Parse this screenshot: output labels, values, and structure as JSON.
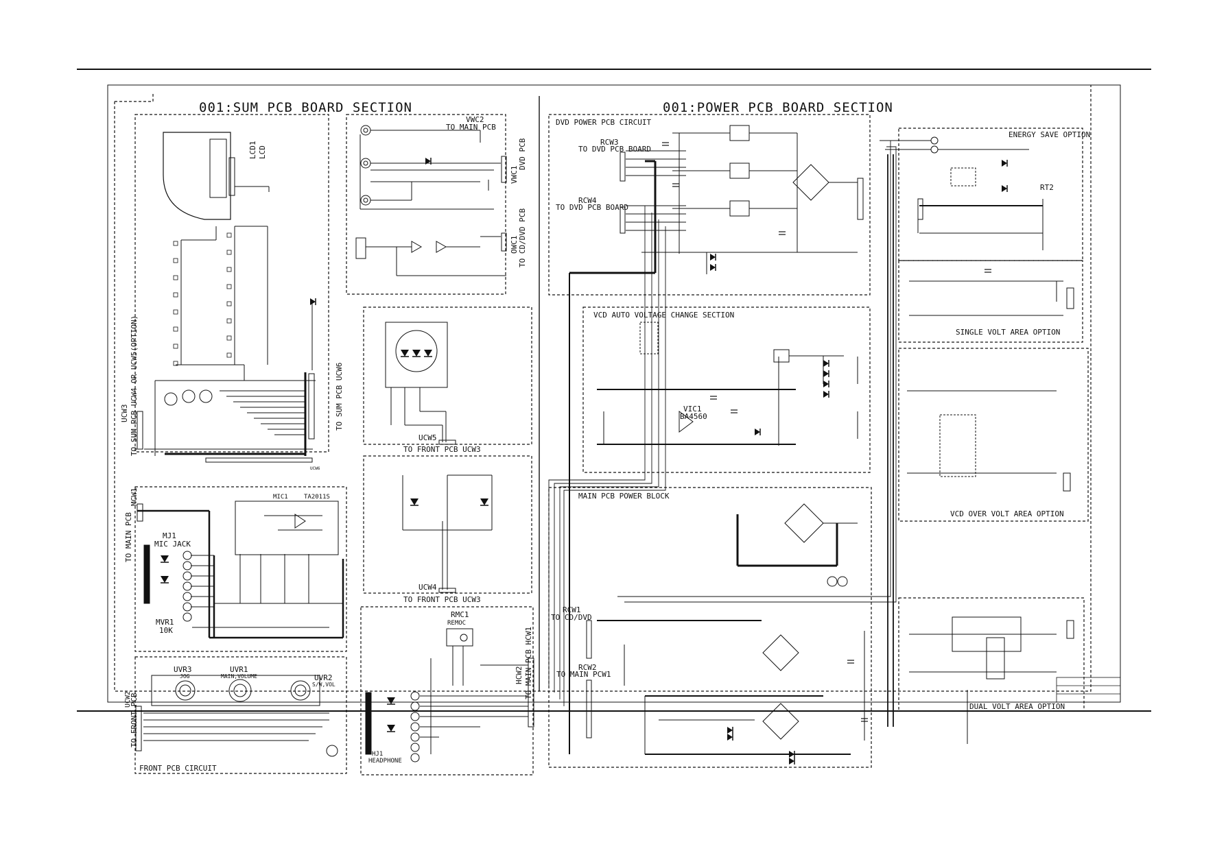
{
  "sum_section": {
    "title": "001:SUM PCB BOARD SECTION",
    "lcd_label": "LCD1",
    "lcd_sub": "LCD",
    "ucw3_top": "UCW3",
    "ucw3_to": "TO SUM PCB UCW4 OR UCW5(OPTION)",
    "ucw6_to": "TO SUM PCB UCW6",
    "ucw6_label": "UCW6",
    "vwc2_label": "VWC2",
    "vwc2_to": "TO MAIN PCB",
    "vwc1_label": "VWC1",
    "vwc1_to": "DVD PCB",
    "owc1_label": "OWC1",
    "owc1_to": "TO CD/DVD PCB",
    "ucw5_label": "UCW5",
    "ucw5_to": "TO FRONT PCB UCW3",
    "ucw4_label": "UCW4",
    "ucw4_to": "TO FRONT PCB UCW3",
    "mcw1_label": "MCW1",
    "mcw1_to": "TO MAIN PCB",
    "mic_ic_label": "MIC1",
    "mic_ic_part": "TA2011S",
    "mic_jack_label": "MJ1",
    "mic_jack_sub": "MIC JACK",
    "mvr_label": "MVR1",
    "mvr_value": "10K",
    "ucw2_label": "UCW2",
    "ucw2_to": "TO FRONT PCB",
    "uvr3_label": "UVR3",
    "uvr3_sub": "JOG",
    "uvr1_label": "UVR1",
    "uvr1_sub": "MAIN,VOLUME",
    "uvr2_label": "UVR2",
    "uvr2_sub": "S/W,VOL",
    "front_circuit": "FRONT PCB CIRCUIT",
    "rmc1_label": "RMC1",
    "rmc1_sub": "REMOC",
    "hcw2_label": "HCW2",
    "hcw2_to": "TO MAIN PCB HCW1",
    "hj1_label": "HJ1",
    "hj1_sub": "HEADPHONE"
  },
  "power_section": {
    "title": "001:POWER PCB BOARD SECTION",
    "dvd_circuit": "DVD POWER PCB CIRCUIT",
    "rcw3_label": "RCW3",
    "rcw3_to": "TO DVD PCB BOARD",
    "rcw4_label": "RCW4",
    "rcw4_to": "TO DVD PCB BOARD",
    "vcd_section": "VCD AUTO VOLTAGE CHANGE SECTION",
    "vic1_label": "VIC1",
    "vic1_part": "BA4560",
    "main_block": "MAIN PCB POWER BLOCK",
    "rcw1_label": "RCW1",
    "rcw1_to": "TO CD/DVD",
    "rcw2_label": "RCW2",
    "rcw2_to": "TO MAIN PCW1",
    "energy_save": "ENERGY SAVE OPTION",
    "rt2_label": "RT2",
    "single_volt": "SINGLE VOLT AREA OPTION",
    "vcd_over_volt": "VCD OVER VOLT AREA OPTION",
    "dual_volt": "DUAL VOLT AREA OPTION"
  },
  "colors": {
    "ink": "#111111",
    "paper": "#ffffff"
  }
}
